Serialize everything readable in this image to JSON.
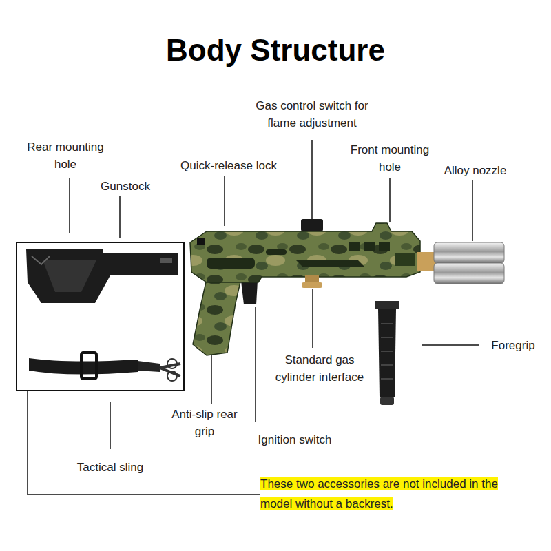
{
  "diagram": {
    "title": "Body Structure",
    "labels": [
      "Gas control switch for flame adjustment",
      "Rear mounting hole",
      "Front mounting hole",
      "Alloy nozzle",
      "Quick-release lock",
      "Gunstock",
      "Foregrip",
      "Standard gas cylinder interface",
      "Anti-slip rear grip",
      "Ignition switch",
      "Tactical sling",
      "These two accessories are not included in the model without a backrest."
    ]
  }
}
